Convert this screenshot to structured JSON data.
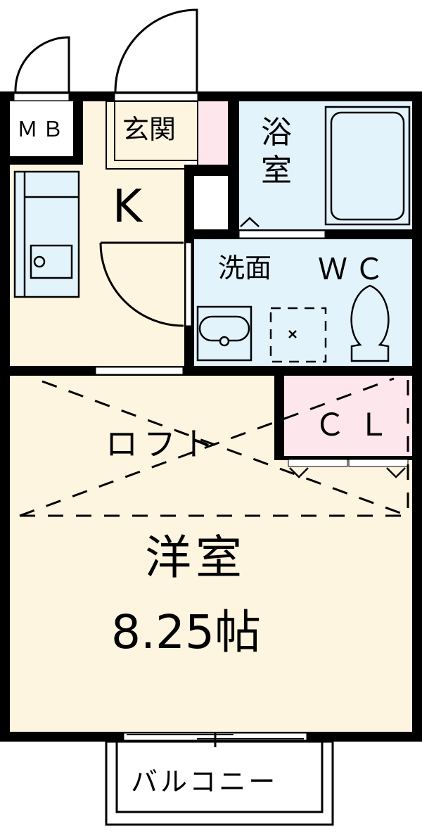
{
  "floor_plan": {
    "title": "1K + loft floor plan",
    "colors": {
      "wall": "#000000",
      "living_floor": "#fdf5df",
      "wet_area": "#e3f3fc",
      "pink_area": "#fde6ec",
      "white": "#ffffff"
    },
    "rooms": {
      "meter_box": {
        "label": "ＭＢ"
      },
      "entrance": {
        "label": "玄関"
      },
      "kitchen": {
        "label": "K"
      },
      "bathroom": {
        "label": "浴室"
      },
      "washroom": {
        "label": "洗面"
      },
      "toilet": {
        "label": "ＷＣ"
      },
      "closet": {
        "label": "ＣＬ"
      },
      "loft": {
        "label": "ロフト"
      },
      "western_room": {
        "label": "洋室",
        "size": "8.25帖"
      },
      "balcony": {
        "label": "バルコニー"
      }
    }
  }
}
